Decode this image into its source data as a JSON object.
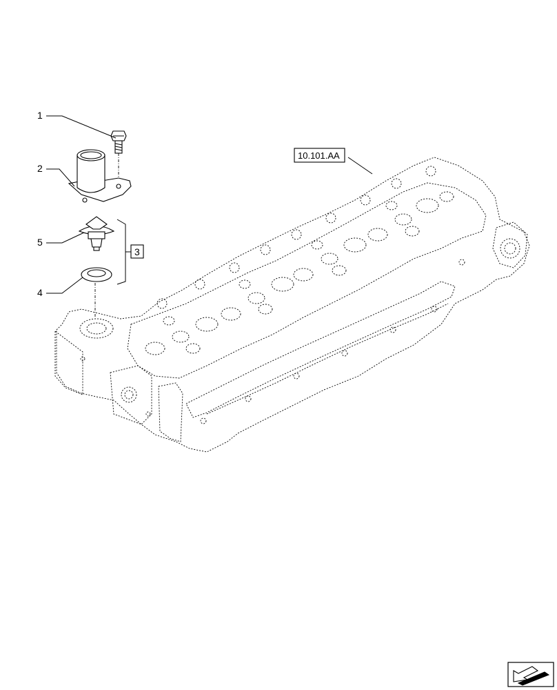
{
  "callouts": {
    "c1": "1",
    "c2": "2",
    "c3": "3",
    "c4": "4",
    "c5": "5"
  },
  "reference": {
    "label": "10.101.AA"
  },
  "icons": {
    "corner": "next-page-arrow-icon"
  }
}
